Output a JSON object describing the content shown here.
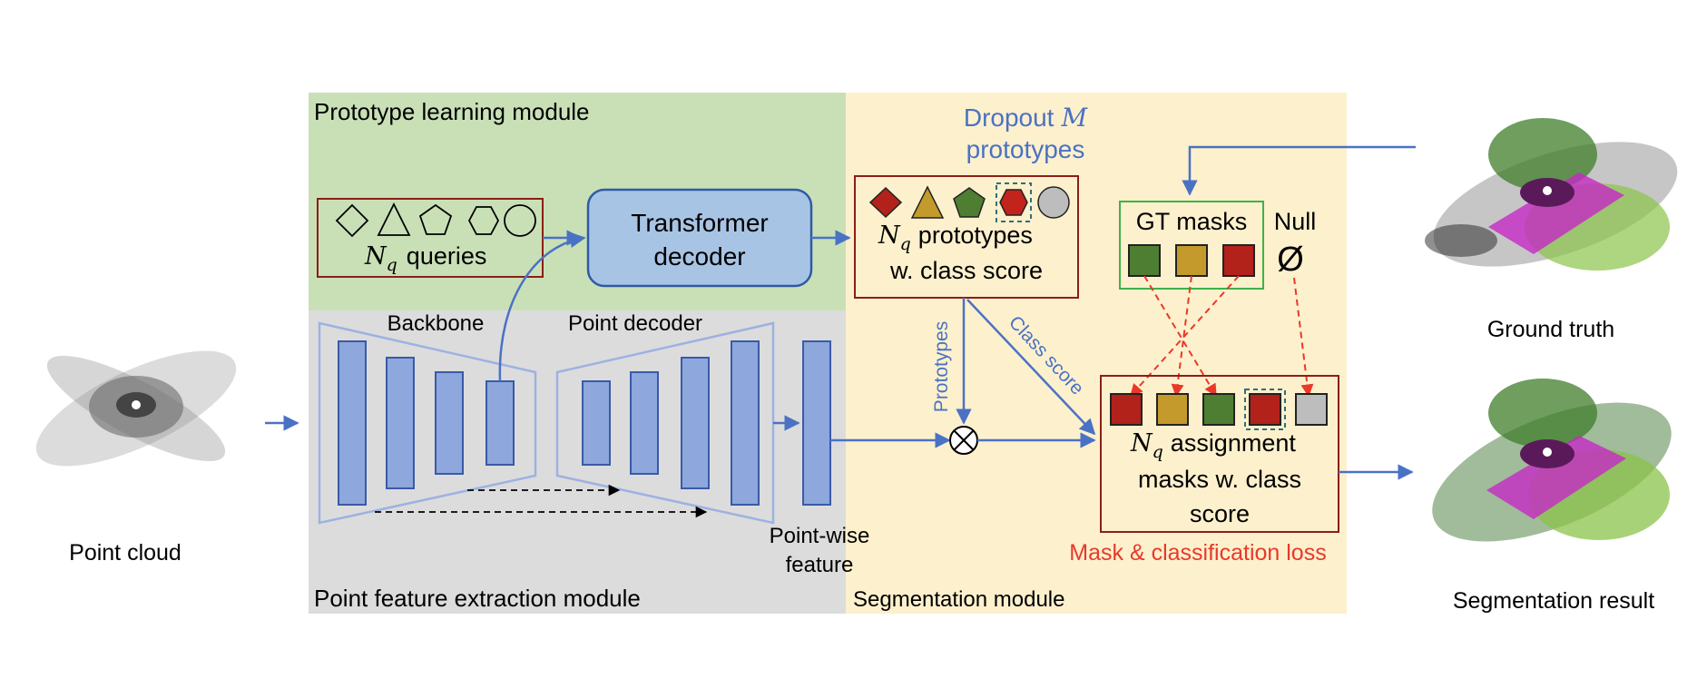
{
  "modules": {
    "prototype_learning": "Prototype learning module",
    "point_feature_extraction": "Point feature extraction module",
    "segmentation": "Segmentation module"
  },
  "queries": {
    "symbol": "N",
    "subscript": "q",
    "label": "queries"
  },
  "transformer": {
    "line1": "Transformer",
    "line2": "decoder"
  },
  "backbone_label": "Backbone",
  "point_decoder_label": "Point decoder",
  "pointwise": {
    "line1": "Point-wise",
    "line2": "feature"
  },
  "dropout": {
    "line1": "Dropout",
    "symbol": "M",
    "line2": "prototypes"
  },
  "prototypes_box": {
    "symbol": "N",
    "subscript": "q",
    "line1": "prototypes",
    "line2": "w. class score"
  },
  "gt_masks": "GT masks",
  "null": {
    "label": "Null",
    "symbol": "Ø"
  },
  "arrow_labels": {
    "prototypes": "Prototypes",
    "class_score": "Class score"
  },
  "assignment": {
    "symbol": "N",
    "subscript": "q",
    "line1": "assignment",
    "line2": "masks w. class",
    "line3": "score"
  },
  "loss_label": "Mask & classification loss",
  "images": {
    "point_cloud": "Point cloud",
    "ground_truth": "Ground truth",
    "segmentation_result": "Segmentation result"
  },
  "colors": {
    "green_region": "#c9e0b7",
    "gray_region": "#dcdcdc",
    "yellow_region": "#fdf0cd",
    "blue_accent": "#4a72c4",
    "red_accent": "#e8392b",
    "dark_red": "#a01e15",
    "gold": "#c49a2c",
    "green": "#4e7e32",
    "gray": "#bdbdbd"
  },
  "icons": [
    "diamond-icon",
    "triangle-icon",
    "pentagon-icon",
    "hexagon-icon",
    "circle-icon",
    "multiply-circle-icon"
  ]
}
